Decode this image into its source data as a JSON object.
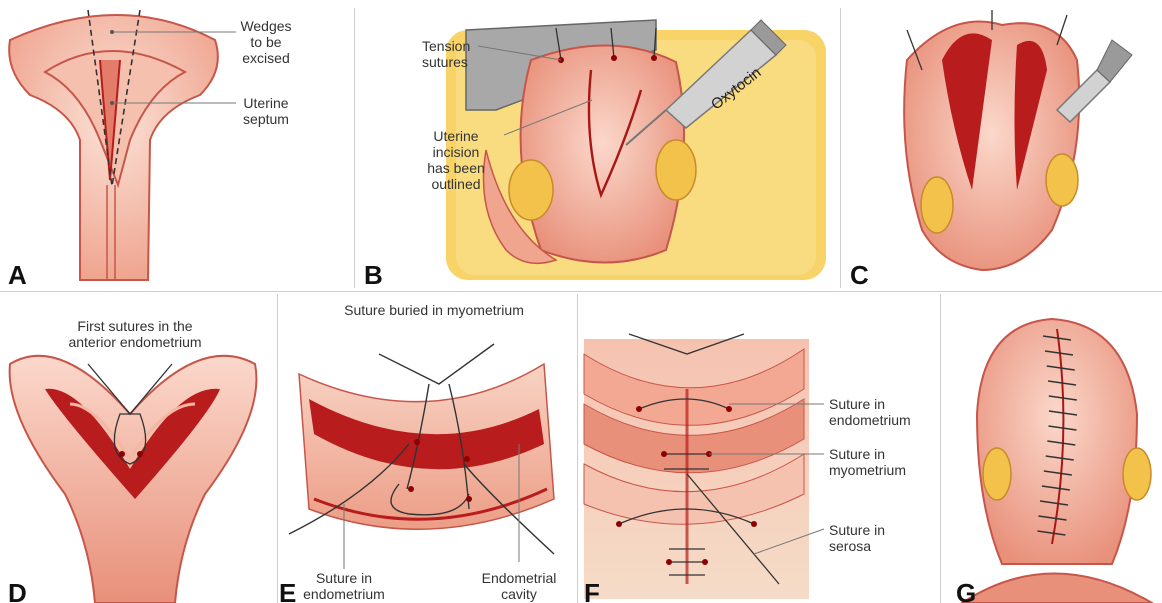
{
  "panels": {
    "A": {
      "letter": "A",
      "labels": {
        "wedges_line1": "Wedges",
        "wedges_line2": "to be",
        "wedges_line3": "excised",
        "septum_line1": "Uterine",
        "septum_line2": "septum"
      }
    },
    "B": {
      "letter": "B",
      "labels": {
        "tension_line1": "Tension",
        "tension_line2": "sutures",
        "incision_line1": "Uterine",
        "incision_line2": "incision",
        "incision_line3": "has been",
        "incision_line4": "outlined",
        "syringe": "Oxytocin"
      }
    },
    "C": {
      "letter": "C"
    },
    "D": {
      "letter": "D",
      "labels": {
        "first_line1": "First sutures in the",
        "first_line2": "anterior endometrium"
      }
    },
    "E": {
      "letter": "E",
      "labels": {
        "buried": "Suture buried in myometrium",
        "endo_line1": "Suture in",
        "endo_line2": "endometrium",
        "cavity_line1": "Endometrial",
        "cavity_line2": "cavity"
      }
    },
    "F": {
      "letter": "F",
      "labels": {
        "endo_line1": "Suture in",
        "endo_line2": "endometrium",
        "myo_line1": "Suture in",
        "myo_line2": "myometrium",
        "sero_line1": "Suture in",
        "sero_line2": "serosa"
      }
    },
    "G": {
      "letter": "G"
    }
  },
  "colors": {
    "tissue": "#f2b3a0",
    "tissue_light": "#f8d3c4",
    "tissue_dark": "#c7564a",
    "cavity": "#b81c1c",
    "fat": "#f4cc55",
    "instrument": "#9a9a9a"
  }
}
